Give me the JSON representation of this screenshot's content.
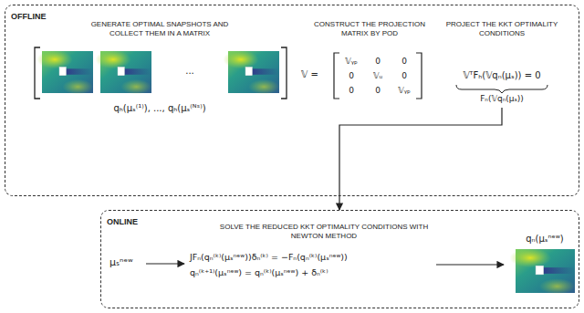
{
  "diagram": {
    "nodes": [
      {
        "text": [
          "OFFLINE"
        ]
      },
      {
        "text": [
          "ONLINE"
        ]
      }
    ],
    "edges": [
      {
        "from": 0,
        "to": 1,
        "arrow": "to"
      }
    ],
    "labels": [
      "GENERATE OPTIMAL SNAPSHOTS AND COLLECT THEM IN A MATRIX",
      "...",
      "qₕ(μₛ⁽¹⁾), ..., qₕ(μₛ⁽ᴺˢ⁾)",
      "CONSTRUCT THE PROJECTION MATRIX BY POD",
      "𝕍 =",
      "𝕍ᵧₚ",
      "0",
      "0",
      "0",
      "𝕍ᵤ",
      "0",
      "0",
      "0",
      "𝕍ᵧₚ",
      "PROJECT THE KKT OPTIMALITY CONDITIONS",
      "𝕍ᵀFₕ(𝕍qₙ(μₛ)) = 0",
      "Fₙ(𝕍qₙ(μₛ))",
      "SOLVE THE REDUCED KKT OPTIMALITY CONDITIONS WITH NEWTON METHOD",
      "μₛⁿᵉʷ",
      "JFₙ(qₙ⁽ᵏ⁾(μₛⁿᵉʷ))δₙ⁽ᵏ⁾ = −Fₙ(qₙ⁽ᵏ⁾(μₛⁿᵉʷ))",
      "qₙ⁽ᵏ⁺¹⁾(μₛⁿᵉʷ) = qₙ⁽ᵏ⁾(μₛⁿᵉʷ) + δₙ⁽ᵏ⁾",
      "qₙ(μₛⁿᵉʷ)"
    ]
  }
}
